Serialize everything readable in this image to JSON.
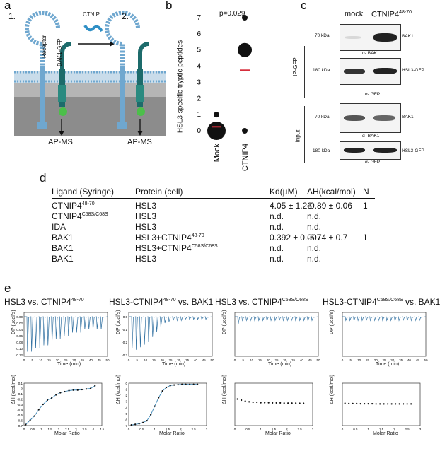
{
  "panels": {
    "a": "a",
    "b": "b",
    "c": "c",
    "d": "d",
    "e": "e"
  },
  "panel_a": {
    "step1": "1.",
    "step2": "2.",
    "ctnip": "CTNIP",
    "receptor": "Receptor",
    "bak1gfp": "BAK1-GFP",
    "apms1": "AP-MS",
    "apms2": "AP-MS",
    "colors": {
      "membrane": "#a9cbe3",
      "cytoplasm": "#8c8c8c",
      "receptor": "#6fa7cf",
      "bak1": "#1d6b6b",
      "gfp": "#4cbf4a"
    }
  },
  "panel_b": {
    "pvalue": "p=0.029",
    "ylabel": "HSL3 specific tryptic peptides",
    "chart_data": {
      "type": "scatter",
      "categories": [
        "Mock",
        "CTNIP4"
      ],
      "yticks": [
        0,
        1,
        2,
        3,
        4,
        5,
        6,
        7
      ],
      "ylim": [
        0,
        7
      ],
      "points": [
        {
          "category": "Mock",
          "y": 0,
          "size": "large"
        },
        {
          "category": "Mock",
          "y": 1,
          "size": "small"
        },
        {
          "category": "CTNIP4",
          "y": 0,
          "size": "small"
        },
        {
          "category": "CTNIP4",
          "y": 5,
          "size": "large"
        },
        {
          "category": "CTNIP4",
          "y": 7,
          "size": "small"
        }
      ],
      "means": [
        {
          "category": "Mock",
          "y": 0.25
        },
        {
          "category": "CTNIP4",
          "y": 3.75
        }
      ],
      "mean_color": "#d62e3c"
    }
  },
  "panel_c": {
    "col1": "mock",
    "col2_main": "CTNIP4",
    "col2_sup": "48-70",
    "ip_label": "IP-GFP",
    "input_label": "Input",
    "blots": [
      {
        "kda": "70 kDa",
        "right": "BAK1",
        "below": "α- BAK1"
      },
      {
        "kda": "180 kDa",
        "right": "HSL3-GFP",
        "below": "α- GFP"
      },
      {
        "kda": "70 kDa",
        "right": "BAK1",
        "below": "α- BAK1"
      },
      {
        "kda": "180 kDa",
        "right": "HSL3-GFP",
        "below": "α- GFP"
      }
    ]
  },
  "panel_d": {
    "headers": [
      "Ligand (Syringe)",
      "Protein (cell)",
      "Kd(µM)",
      "ΔH(kcal/mol)",
      "N"
    ],
    "rows": [
      {
        "ligand": "CTNIP4",
        "ligand_sup": "48-70",
        "protein": "HSL3",
        "protein_sup": "",
        "kd": "4.05 ± 1.26",
        "dh": "-0.89 ± 0.06",
        "n": "1"
      },
      {
        "ligand": "CTNIP4",
        "ligand_sup": "C58S/C68S",
        "protein": "HSL3",
        "protein_sup": "",
        "kd": "n.d.",
        "dh": "n.d.",
        "n": ""
      },
      {
        "ligand": "IDA",
        "ligand_sup": "",
        "protein": "HSL3",
        "protein_sup": "",
        "kd": "n.d.",
        "dh": "n.d.",
        "n": ""
      },
      {
        "ligand": "BAK1",
        "ligand_sup": "",
        "protein": "HSL3+CTNIP4",
        "protein_sup": "48-70",
        "kd": "0.392 ± 0.007",
        "dh": "-6.74 ± 0.7",
        "n": "1"
      },
      {
        "ligand": "BAK1",
        "ligand_sup": "",
        "protein": "HSL3+CTNIP4",
        "protein_sup": "C58S/C68S",
        "kd": "n.d.",
        "dh": "n.d.",
        "n": ""
      },
      {
        "ligand": "BAK1",
        "ligand_sup": "",
        "protein": "HSL3",
        "protein_sup": "",
        "kd": "n.d.",
        "dh": "n.d.",
        "n": ""
      }
    ]
  },
  "panel_e": {
    "titles": [
      {
        "pre": "HSL3 vs. CTNIP4",
        "sup": "48-70",
        "post": ""
      },
      {
        "pre": "HSL3-CTNIP4",
        "sup": "48-70",
        "post": " vs. BAK1"
      },
      {
        "pre": "HSL3 vs. CTNIP4",
        "sup": "C58S/C68S",
        "post": ""
      },
      {
        "pre": "HSL3-CTNIP4",
        "sup": "C58S/C68S",
        "post": " vs. BAK1"
      }
    ],
    "dp_ylabel": "DP (µcal/s)",
    "time_xlabel": "Time (min)",
    "dh_ylabel": "ΔH (kcal/mol)",
    "ratio_xlabel": "Molar Ratio",
    "chart_data": [
      {
        "type": "line",
        "title": "HSL3 vs. CTNIP4 48-70 (thermogram)",
        "xlim": [
          0,
          50
        ],
        "xticks": [
          "0",
          "5",
          "10",
          "15",
          "20",
          "25",
          "30",
          "35",
          "40",
          "45",
          "50"
        ],
        "yticks": [
          "0.00",
          "-0.02",
          "-0.04",
          "-0.06",
          "-0.08",
          "-0.10",
          "-0.12"
        ],
        "ylim": [
          -0.12,
          0
        ],
        "injections": 19,
        "peak_depths": [
          -0.11,
          -0.11,
          -0.1,
          -0.1,
          -0.09,
          -0.09,
          -0.08,
          -0.07,
          -0.07,
          -0.06,
          -0.06,
          -0.05,
          -0.05,
          -0.05,
          -0.04,
          -0.04,
          -0.04,
          -0.04,
          -0.04
        ]
      },
      {
        "type": "line",
        "title": "HSL3-CTNIP4 48-70 vs. BAK1 (thermogram)",
        "xlim": [
          0,
          50
        ],
        "xticks": [
          "0",
          "5",
          "10",
          "15",
          "20",
          "25",
          "30",
          "35",
          "40",
          "45",
          "50"
        ],
        "yticks": [
          "0.0",
          "-0.1",
          "-0.2",
          "-0.3"
        ],
        "ylim": [
          -0.3,
          0
        ],
        "injections": 19,
        "peak_depths": [
          -0.25,
          -0.26,
          -0.24,
          -0.22,
          -0.2,
          -0.16,
          -0.12,
          -0.08,
          -0.05,
          -0.04,
          -0.03,
          -0.03,
          -0.03,
          -0.02,
          -0.02,
          -0.02,
          -0.02,
          -0.02,
          -0.02
        ]
      },
      {
        "type": "line",
        "title": "HSL3 vs. CTNIP4 C58S/C68S (thermogram)",
        "xlim": [
          0,
          50
        ],
        "xticks": [
          "0",
          "5",
          "10",
          "15",
          "20",
          "25",
          "30",
          "35",
          "40",
          "45",
          "50"
        ],
        "yticks": [],
        "injections": 19,
        "peak_depths": [
          -0.02,
          -0.01,
          -0.01,
          -0.01,
          -0.01,
          -0.01,
          -0.01,
          -0.01,
          -0.01,
          -0.01,
          -0.01,
          -0.01,
          -0.01,
          -0.01,
          -0.01,
          -0.01,
          -0.01,
          -0.01,
          -0.01
        ]
      },
      {
        "type": "line",
        "title": "HSL3-CTNIP4 C58S/C68S vs. BAK1 (thermogram)",
        "xlim": [
          0,
          50
        ],
        "xticks": [
          "0",
          "5",
          "10",
          "15",
          "20",
          "25",
          "30",
          "35",
          "40",
          "45",
          "50"
        ],
        "yticks": [],
        "injections": 19,
        "peak_depths": [
          -0.01,
          -0.01,
          -0.01,
          -0.01,
          -0.01,
          -0.01,
          -0.01,
          -0.01,
          -0.01,
          -0.01,
          -0.01,
          -0.01,
          -0.01,
          -0.01,
          -0.01,
          -0.01,
          -0.01,
          -0.01,
          -0.01
        ]
      },
      {
        "type": "scatter",
        "title": "HSL3 vs. CTNIP4 48-70 (isotherm)",
        "xlim": [
          0,
          4.5
        ],
        "xticks": [
          "0",
          "0.5",
          "1",
          "1.5",
          "2",
          "2.5",
          "3",
          "3.5",
          "4",
          "4.5"
        ],
        "ylim": [
          -0.7,
          0.1
        ],
        "yticks": [
          "0.1",
          "0",
          "-0.1",
          "-0.2",
          "-0.3",
          "-0.4",
          "-0.5",
          "-0.6",
          "-0.7"
        ],
        "x": [
          0.1,
          0.35,
          0.6,
          0.85,
          1.1,
          1.35,
          1.6,
          1.85,
          2.1,
          2.35,
          2.6,
          2.85,
          3.1,
          3.35,
          3.6,
          3.85,
          4.1
        ],
        "y": [
          -0.68,
          -0.6,
          -0.52,
          -0.4,
          -0.3,
          -0.22,
          -0.18,
          -0.12,
          -0.08,
          -0.06,
          -0.04,
          -0.03,
          -0.03,
          -0.02,
          -0.01,
          0.0,
          0.05
        ]
      },
      {
        "type": "scatter",
        "title": "HSL3-CTNIP4 48-70 vs. BAK1 (isotherm)",
        "xlim": [
          0,
          3
        ],
        "xticks": [
          "0",
          "0.5",
          "1",
          "1.5",
          "2",
          "2.5",
          "3"
        ],
        "ylim": [
          -7,
          0
        ],
        "yticks": [
          "0",
          "-1",
          "-2",
          "-3",
          "-4",
          "-5",
          "-6",
          "-7"
        ],
        "x": [
          0.1,
          0.25,
          0.4,
          0.55,
          0.7,
          0.85,
          1.0,
          1.15,
          1.3,
          1.45,
          1.6,
          1.75,
          1.9,
          2.05,
          2.2,
          2.35,
          2.5,
          2.65
        ],
        "y": [
          -6.9,
          -6.8,
          -6.7,
          -6.5,
          -6.2,
          -5.2,
          -3.8,
          -2.4,
          -1.3,
          -0.7,
          -0.4,
          -0.3,
          -0.25,
          -0.2,
          -0.2,
          -0.2,
          -0.2,
          -0.2
        ]
      },
      {
        "type": "scatter",
        "title": "HSL3 vs. CTNIP4 C58S/C68S (isotherm)",
        "xlim": [
          0,
          3
        ],
        "xticks": [
          "0",
          "0.5",
          "1",
          "1.5",
          "2",
          "2.5",
          "3"
        ],
        "ylim": [
          -1,
          1
        ],
        "yticks": [],
        "x": [
          0.1,
          0.25,
          0.4,
          0.55,
          0.7,
          0.85,
          1.0,
          1.15,
          1.3,
          1.45,
          1.6,
          1.75,
          1.9,
          2.05,
          2.2,
          2.35,
          2.5,
          2.65
        ],
        "y": [
          0.25,
          0.2,
          0.15,
          0.12,
          0.1,
          0.1,
          0.08,
          0.08,
          0.08,
          0.07,
          0.07,
          0.07,
          0.06,
          0.06,
          0.06,
          0.06,
          0.05,
          0.05
        ]
      },
      {
        "type": "scatter",
        "title": "HSL3-CTNIP4 C58S/C68S vs. BAK1 (isotherm)",
        "xlim": [
          0,
          3
        ],
        "xticks": [
          "0",
          "0.5",
          "1",
          "1.5",
          "2",
          "2.5",
          "3"
        ],
        "ylim": [
          -1,
          1
        ],
        "yticks": [],
        "x": [
          0.1,
          0.25,
          0.4,
          0.55,
          0.7,
          0.85,
          1.0,
          1.15,
          1.3,
          1.45,
          1.6,
          1.75,
          1.9,
          2.05,
          2.2,
          2.35,
          2.5,
          2.65
        ],
        "y": [
          0.05,
          0.04,
          0.04,
          0.04,
          0.03,
          0.03,
          0.03,
          0.03,
          0.02,
          0.02,
          0.02,
          0.02,
          0.02,
          0.02,
          0.02,
          0.02,
          0.02,
          0.02
        ]
      }
    ]
  }
}
